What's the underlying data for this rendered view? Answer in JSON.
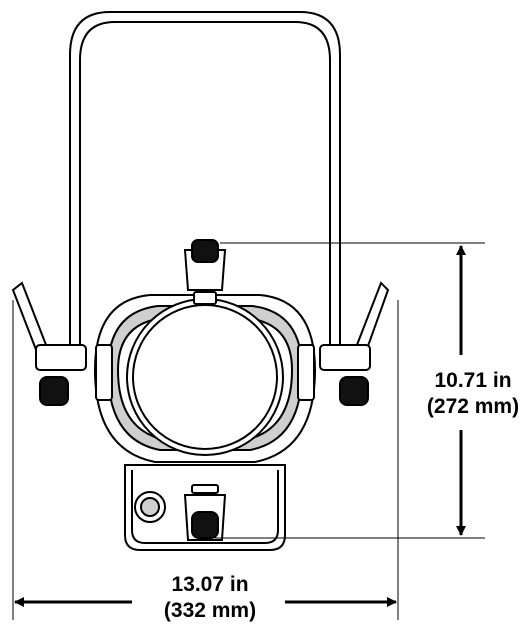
{
  "dimensions": {
    "height": {
      "value": "10.71 in",
      "metric": "(272 mm)"
    },
    "width": {
      "value": "13.07 in",
      "metric": "(332 mm)"
    }
  },
  "colors": {
    "line": "#000000",
    "fill": "#ffffff",
    "knob": "#111111",
    "shade": "#cfcfcf"
  }
}
